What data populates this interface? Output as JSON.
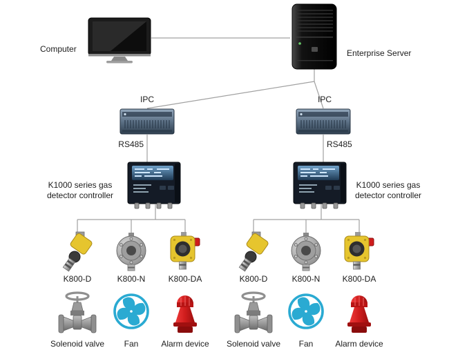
{
  "nodes": {
    "computer": {
      "label": "Computer"
    },
    "server": {
      "label": "Enterprise Server"
    },
    "ipc_left": {
      "label": "IPC"
    },
    "ipc_right": {
      "label": "IPC"
    },
    "rs485_left": {
      "label": "RS485"
    },
    "rs485_right": {
      "label": "RS485"
    },
    "controller_left": {
      "line1": "K1000 series gas",
      "line2": "detector controller"
    },
    "controller_right": {
      "line1": "K1000 series gas",
      "line2": "detector controller"
    }
  },
  "left_branch": {
    "detectors": [
      {
        "label": "K800-D"
      },
      {
        "label": "K800-N"
      },
      {
        "label": "K800-DA"
      }
    ],
    "devices": [
      {
        "label": "Solenoid valve"
      },
      {
        "label": "Fan"
      },
      {
        "label": "Alarm device"
      }
    ]
  },
  "right_branch": {
    "detectors": [
      {
        "label": "K800-D"
      },
      {
        "label": "K800-N"
      },
      {
        "label": "K800-DA"
      }
    ],
    "devices": [
      {
        "label": "Solenoid valve"
      },
      {
        "label": "Fan"
      },
      {
        "label": "Alarm device"
      }
    ]
  },
  "colors": {
    "wire_grey": "#a0a0a0",
    "detector_yellow": "#e6c52e",
    "fan_blue": "#2aaad2",
    "alarm_red": "#cf1c1c",
    "controller_dark": "#141b26"
  }
}
